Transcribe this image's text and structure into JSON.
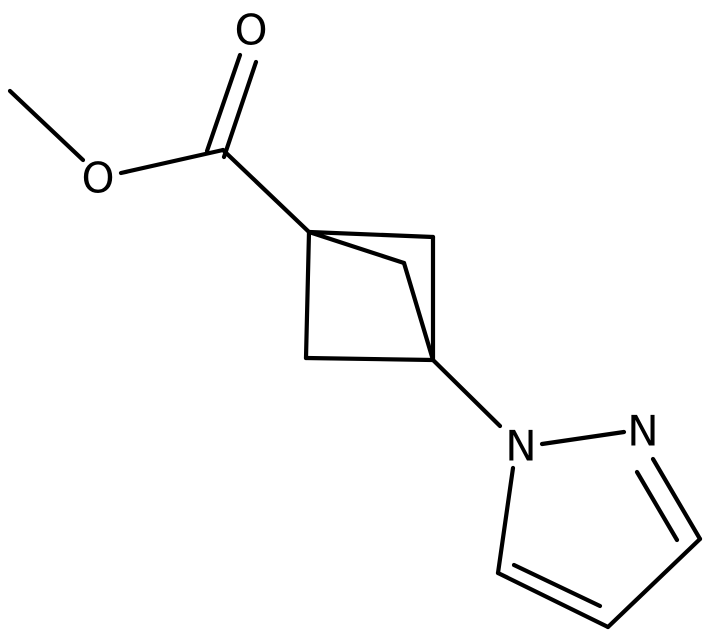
{
  "molecule": {
    "atoms": {
      "carbonyl_oxygen": "O",
      "ester_oxygen": "O",
      "pyrazole_n1": "N",
      "pyrazole_n2": "N"
    },
    "colors": {
      "bond": "#000000",
      "text": "#000000",
      "background": "#ffffff"
    }
  }
}
